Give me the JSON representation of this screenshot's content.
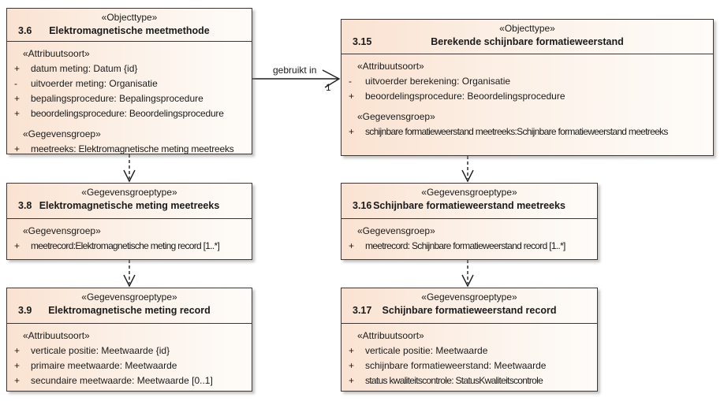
{
  "connectors": {
    "association_label": "gebruikt in",
    "association_multiplicity": "1"
  },
  "colors": {
    "box_fill_left": "#fae2d1",
    "box_fill_right": "#fefbf8",
    "box_border": "#3f3634",
    "line": "#1f1f1f"
  },
  "boxes": [
    {
      "stereotype": "«Objecttype»",
      "number": "3.6",
      "title": "Elektromagnetische meetmethode",
      "rows": [
        {
          "kind": "stereotype",
          "text": "«Attribuutsoort»"
        },
        {
          "kind": "attr",
          "prefix": "+",
          "text": "datum meting: Datum {id}"
        },
        {
          "kind": "attr",
          "prefix": "-",
          "text": "uitvoerder meting: Organisatie"
        },
        {
          "kind": "attr",
          "prefix": "+",
          "text": "bepalingsprocedure: Bepalingsprocedure"
        },
        {
          "kind": "attr",
          "prefix": "+",
          "text": "beoordelingsprocedure: Beoordelingsprocedure"
        },
        {
          "kind": "stereotype",
          "text": "«Gegevensgroep»"
        },
        {
          "kind": "attr",
          "prefix": "+",
          "text": "meetreeks: Elektromagnetische meting meetreeks"
        }
      ]
    },
    {
      "stereotype": "«Objecttype»",
      "number": "3.15",
      "title": "Berekende schijnbare formatieweerstand",
      "rows": [
        {
          "kind": "stereotype",
          "text": "«Attribuutsoort»"
        },
        {
          "kind": "attr",
          "prefix": "-",
          "text": "uitvoerder berekening: Organisatie"
        },
        {
          "kind": "attr",
          "prefix": "+",
          "text": "beoordelingsprocedure: Beoordelingsprocedure"
        },
        {
          "kind": "stereotype",
          "text": "«Gegevensgroep»"
        },
        {
          "kind": "attr",
          "prefix": "+",
          "text": "schijnbare formatieweerstand meetreeks:Schijnbare formatieweerstand meetreeks"
        }
      ]
    },
    {
      "stereotype": "«Gegevensgroeptype»",
      "number": "3.8",
      "title": "Elektromagnetische meting meetreeks",
      "rows": [
        {
          "kind": "stereotype",
          "text": "«Gegevensgroep»"
        },
        {
          "kind": "attr",
          "prefix": "+",
          "text": "meetrecord:Elektromagnetische meting record [1..*]"
        }
      ]
    },
    {
      "stereotype": "«Gegevensgroeptype»",
      "number": "3.16",
      "title": "Schijnbare formatieweerstand meetreeks",
      "rows": [
        {
          "kind": "stereotype",
          "text": "«Gegevensgroep»"
        },
        {
          "kind": "attr",
          "prefix": "+",
          "text": "meetrecord: Schijnbare formatieweerstand record [1..*]"
        }
      ]
    },
    {
      "stereotype": "«Gegevensgroeptype»",
      "number": "3.9",
      "title": "Elektromagnetische meting record",
      "rows": [
        {
          "kind": "stereotype",
          "text": "«Attribuutsoort»"
        },
        {
          "kind": "attr",
          "prefix": "+",
          "text": "verticale positie: Meetwaarde {id}"
        },
        {
          "kind": "attr",
          "prefix": "+",
          "text": "primaire meetwaarde: Meetwaarde"
        },
        {
          "kind": "attr",
          "prefix": "+",
          "text": "secundaire meetwaarde: Meetwaarde [0..1]"
        }
      ]
    },
    {
      "stereotype": "«Gegevensgroeptype»",
      "number": "3.17",
      "title": "Schijnbare formatieweerstand record",
      "rows": [
        {
          "kind": "stereotype",
          "text": "«Attribuutsoort»"
        },
        {
          "kind": "attr",
          "prefix": "+",
          "text": "verticale positie: Meetwaarde"
        },
        {
          "kind": "attr",
          "prefix": "+",
          "text": "schijnbare formatieweerstand: Meetwaarde"
        },
        {
          "kind": "attr",
          "prefix": "+",
          "text": "status kwaliteitscontrole: StatusKwaliteitscontrole"
        }
      ]
    }
  ]
}
